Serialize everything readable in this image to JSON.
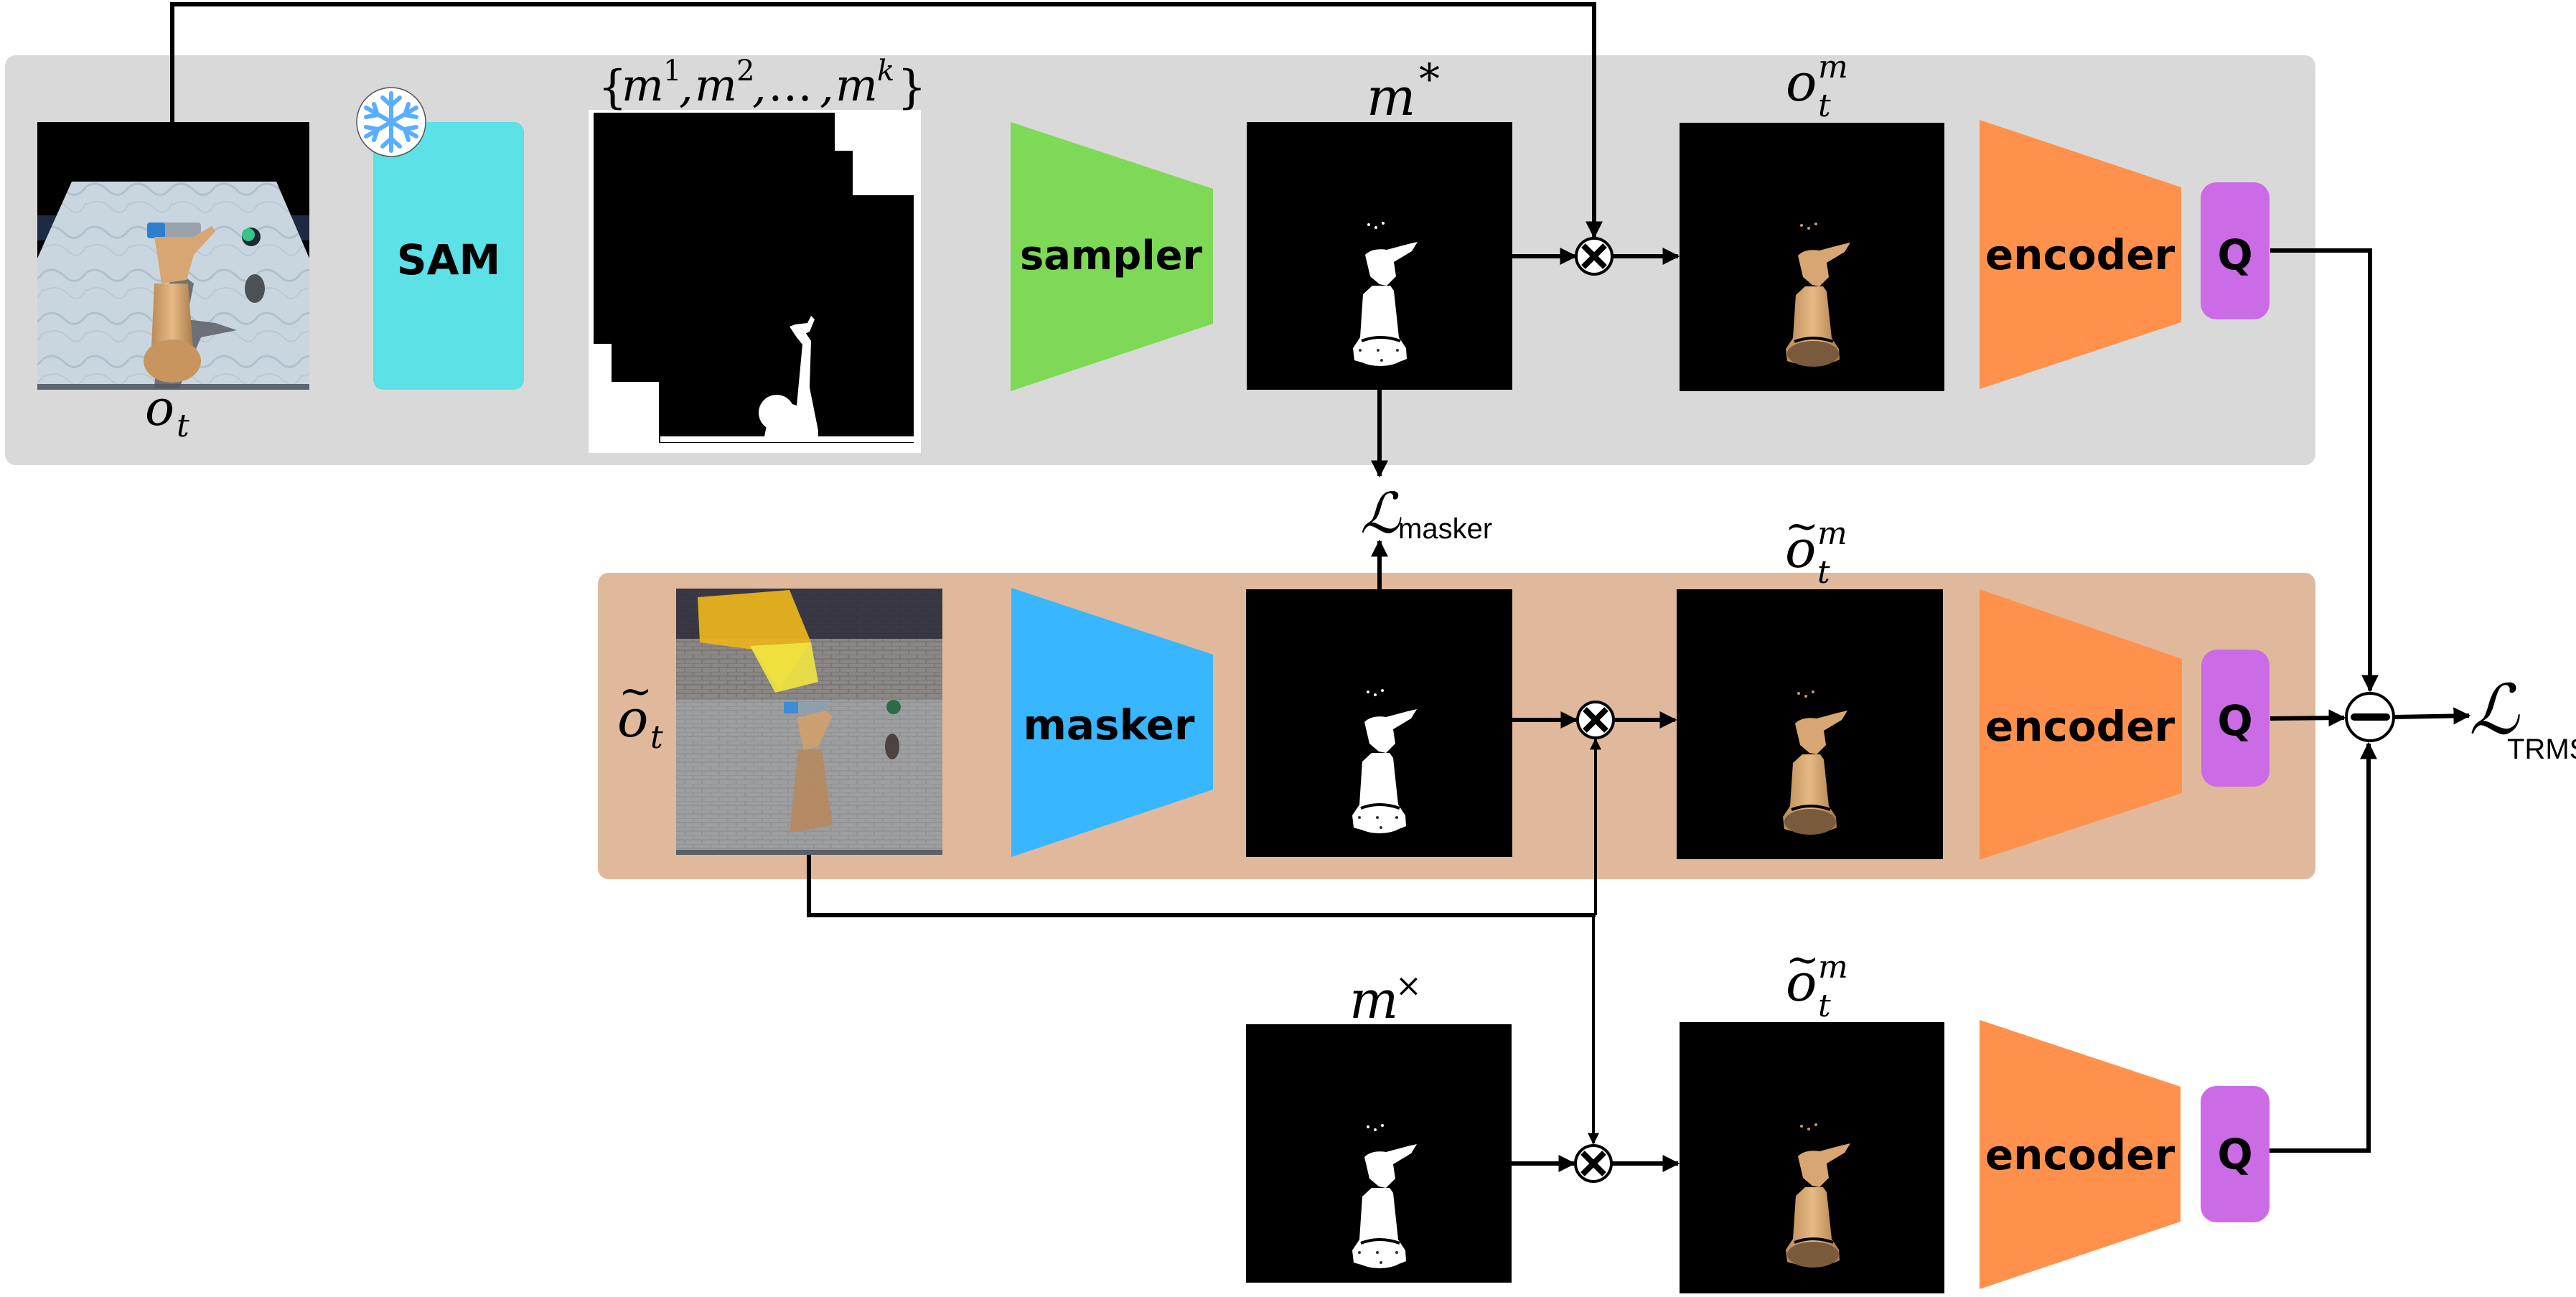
{
  "figure": {
    "panels": {
      "teacher_panel": {
        "color": "#d9d9d9"
      },
      "student_panel": {
        "color": "#e0b99c"
      }
    },
    "colors": {
      "sam": "#5ce1e6",
      "sampler": "#7ed957",
      "masker": "#38b6ff",
      "encoder": "#ff914d",
      "q_head": "#cb6ce6",
      "snowflake": "#5aaeff"
    },
    "labels": {
      "o_t": {
        "base": "o",
        "sub": "t"
      },
      "sam": "SAM",
      "frozen_icon": "snowflake-icon",
      "mask_set": {
        "open": "{",
        "m": "m",
        "sup1": "1",
        "sup2": "2",
        "dots": "…",
        "supk": "k",
        "close": "}",
        "sep": ","
      },
      "sampler": "sampler",
      "m_star": {
        "base": "m",
        "sup": "*"
      },
      "o_t_m": {
        "base": "o",
        "sub": "t",
        "sup": "m"
      },
      "encoder": "encoder",
      "q": "Q",
      "l_masker": {
        "base": "ℒ",
        "sub": "masker"
      },
      "o_tilde_t": {
        "tilde": "~",
        "base": "o",
        "sub": "t"
      },
      "masker": "masker",
      "o_tilde_t_m": {
        "tilde": "~",
        "base": "o",
        "sub": "t",
        "sup": "m"
      },
      "m_cross": {
        "base": "m",
        "sup": "×"
      },
      "l_trms": {
        "base": "ℒ",
        "sub": "TRMS"
      },
      "multiply_op": "×",
      "subtract_op": "−"
    }
  }
}
